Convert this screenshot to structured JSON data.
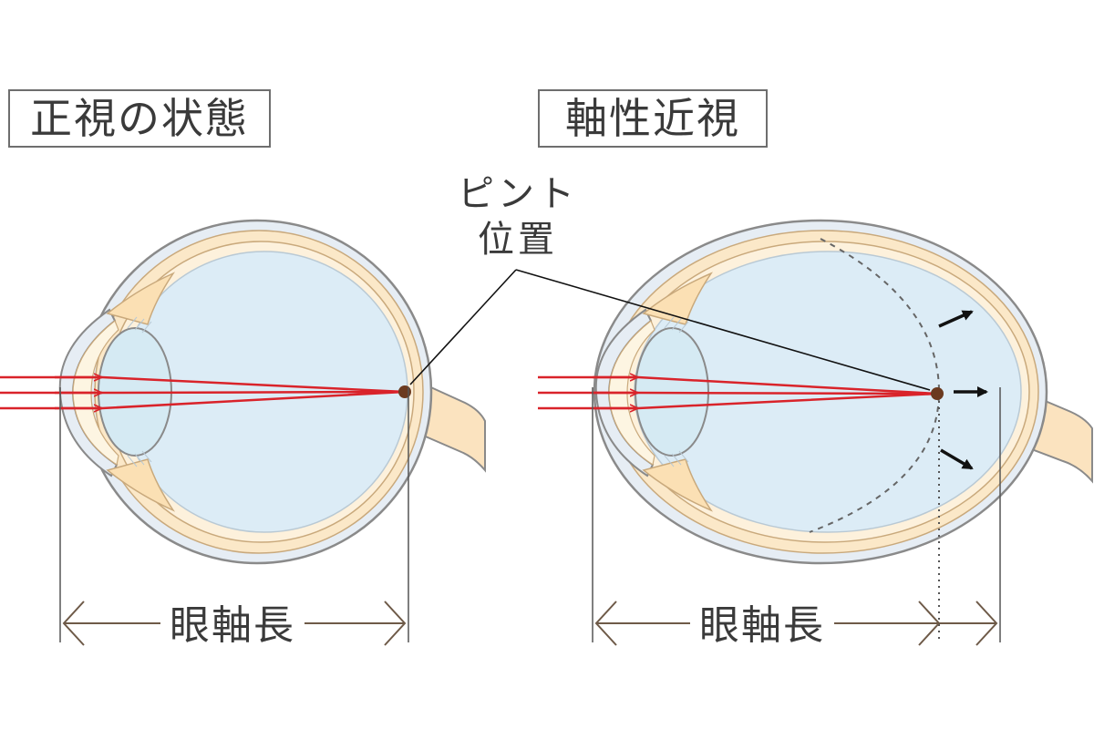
{
  "titles": {
    "normal": "正視の状態",
    "axial_myopia": "軸性近視"
  },
  "focus_label": {
    "line1": "ピント",
    "line2": "位置"
  },
  "axial_length_label": "眼軸長",
  "colors": {
    "light_ray": "#d9232a",
    "focal_point": "#6b3a1f",
    "vitreous": "#dcecf6",
    "sclera_fill": "#fbe8c8",
    "outline": "#8a8a8a",
    "dimension_arrow": "#6e5a48",
    "guide_lines": "#555555"
  }
}
